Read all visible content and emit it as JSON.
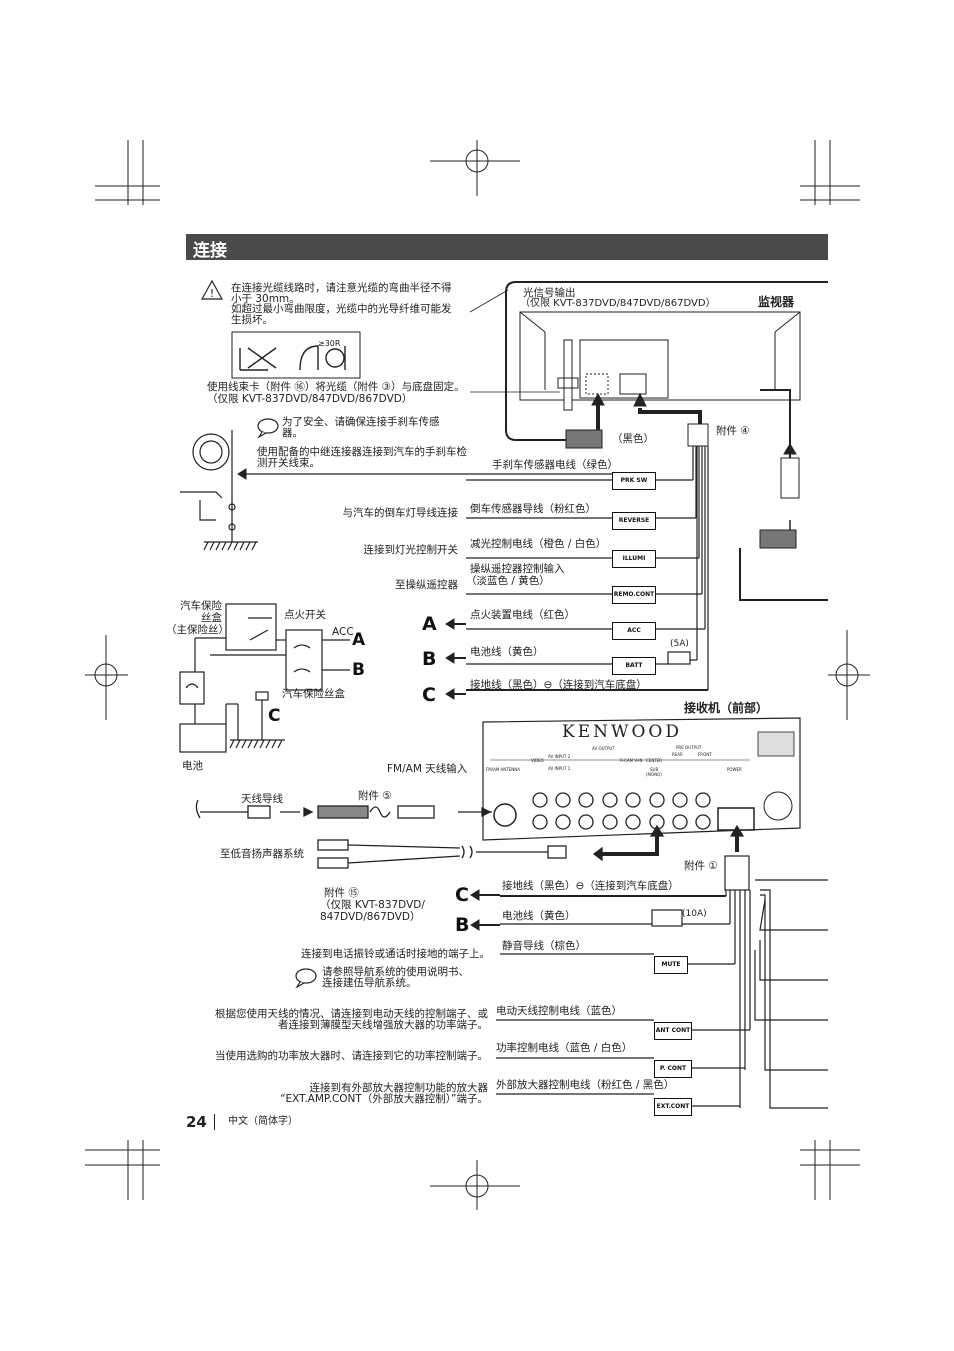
{
  "section_title": "连接",
  "page_number": "24",
  "page_language": "中文（简体字）",
  "warning": {
    "line1": "在连接光缆线路时，请注意光缆的弯曲半径不得",
    "line2": "小于 30mm。",
    "line3": "如超过最小弯曲限度，光缆中的光导纤维可能发",
    "line4": "生损坏。",
    "radius_label": "≥30R"
  },
  "cable_clamp_note": {
    "line1": "使用线束卡（附件 ⑯）将光缆（附件 ③）与底盘固定。",
    "line2": "（仅限 KVT-837DVD/847DVD/867DVD）"
  },
  "safety_note": {
    "line1": "为了安全、请确保连接手刹车传感",
    "line2": "器。"
  },
  "relay_note": {
    "line1": "使用配备的中继连接器连接到汽车的手刹车检",
    "line2": "测开关线束。"
  },
  "monitor": {
    "optical_out": "光信号输出",
    "optical_out_models": "（仅限 KVT-837DVD/847DVD/867DVD）",
    "title": "监视器",
    "black_label": "（黑色）",
    "accessory4": "附件 ④"
  },
  "upper_wires": {
    "parking": "手刹车传感器电线（绿色）",
    "reverse_desc": "与汽车的倒车灯导线连接",
    "reverse_wire": "倒车传感器导线（粉红色）",
    "illumi_desc": "连接到灯光控制开关",
    "illumi_wire": "减光控制电线（橙色 / 白色）",
    "remo_desc": "至操纵遥控器",
    "remo_wire1": "操纵遥控器控制输入",
    "remo_wire2": "（淡蓝色 / 黄色）",
    "acc_wire": "点火装置电线（红色）",
    "batt_wire": "电池线（黄色）",
    "fuse_5a": "(5A)",
    "ground_wire": "接地线（黑色）⊖（连接到汽车底盘）"
  },
  "tags": {
    "prk_sw": "PRK SW",
    "reverse": "REVERSE",
    "illumi": "ILLUMI",
    "remo": "REMO.CONT",
    "acc": "ACC",
    "batt": "BATT",
    "mute": "MUTE",
    "ant_cont": "ANT CONT",
    "p_cont": "P. CONT",
    "ext_cont": "EXT.CONT"
  },
  "fuse_box": {
    "label1": "汽车保险",
    "label2": "丝盒",
    "label3": "（主保险丝）",
    "ignition": "点火开关",
    "acc": "ACC",
    "car_fuse": "汽车保险丝盒",
    "battery": "电池"
  },
  "letters": {
    "a": "A",
    "b": "B",
    "c": "C"
  },
  "receiver": {
    "title": "接收机（前部）",
    "brand": "KENWOOD",
    "fm_am_label": "FM/AM 天线输入",
    "antenna_cable": "天线导线",
    "accessory5": "附件 ⑤",
    "subwoofer": "至低音扬声器系统",
    "accessory15": "附件 ⑮",
    "accessory15_models1": "（仅限 KVT-837DVD/",
    "accessory15_models2": "847DVD/867DVD）",
    "accessory1": "附件 ①",
    "panel": {
      "fm_am": "FM/AM ANTENNA",
      "av_input2": "AV INPUT 2",
      "av_input1": "AV INPUT 1",
      "video": "VIDEO",
      "av_output": "AV OUTPUT",
      "rcam": "R-CAM V-IN",
      "center": "CENTER",
      "sub": "SUB",
      "mono": "(MONO)",
      "pre_output": "PRE OUTPUT",
      "rear": "REAR",
      "front": "FRONT",
      "power": "POWER"
    }
  },
  "lower_wires": {
    "ground": "接地线（黑色）⊖（连接到汽车底盘）",
    "batt": "电池线（黄色）",
    "fuse_10a": "(10A)",
    "mute_desc": "连接到电话振铃或通话时接地的端子上。",
    "mute_wire": "静音导线（棕色）",
    "nav_note1": "请参照导航系统的使用说明书、",
    "nav_note2": "连接建伍导航系统。",
    "ant_desc1": "根据您使用天线的情况、请连接到电动天线的控制端子、或",
    "ant_desc2": "者连接到薄膜型天线增强放大器的功率端子。",
    "ant_wire": "电动天线控制电线（蓝色）",
    "pcont_desc": "当使用选购的功率放大器时、请连接到它的功率控制端子。",
    "pcont_wire": "功率控制电线（蓝色 / 白色）",
    "ext_desc1": "连接到有外部放大器控制功能的放大器",
    "ext_desc2": "“EXT.AMP.CONT（外部放大器控制）”端子。",
    "ext_wire": "外部放大器控制电线（粉红色 / 黑色）"
  }
}
